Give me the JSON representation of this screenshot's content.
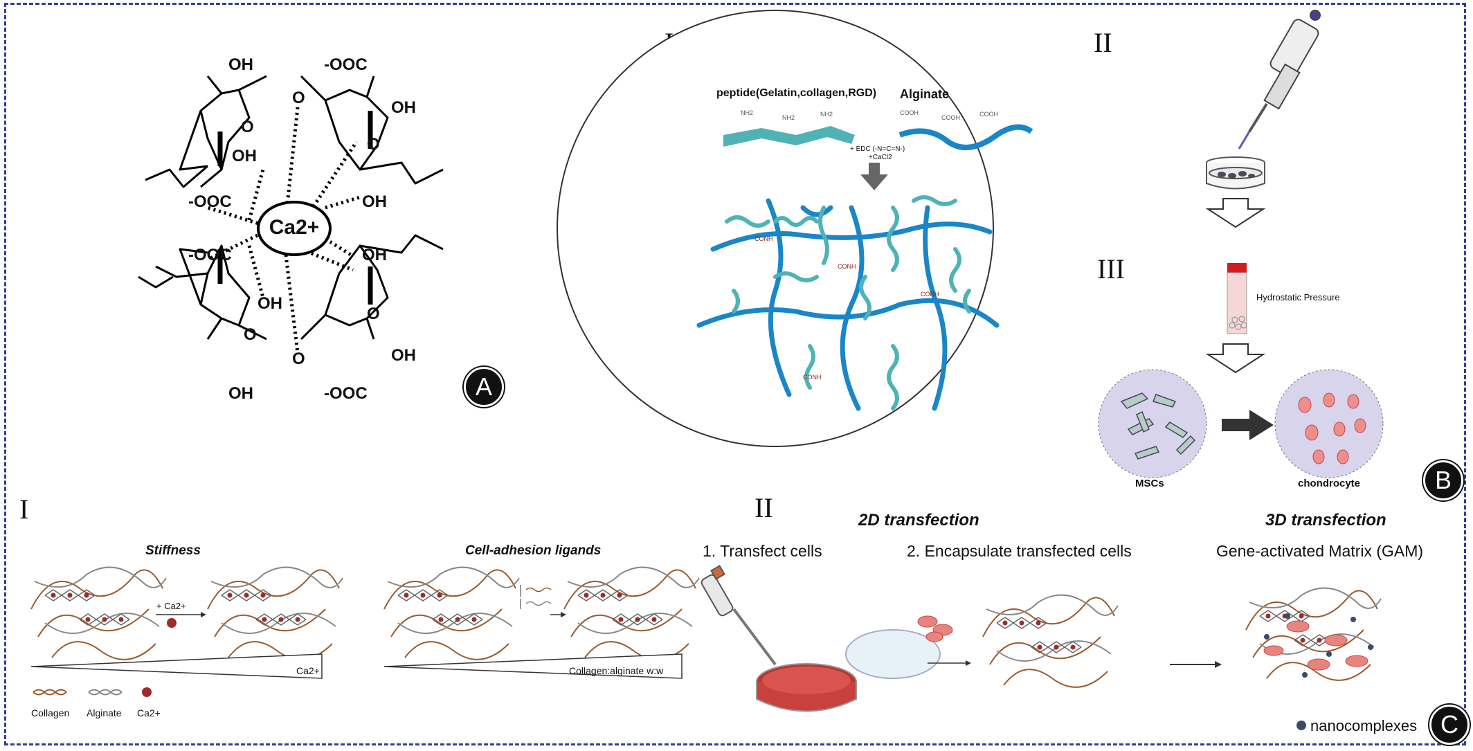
{
  "panel_a": {
    "badge": "A",
    "labels": {
      "oh": "OH",
      "ooc": "-OOC",
      "o": "O",
      "ca": "Ca2+"
    }
  },
  "panel_b": {
    "badge": "B",
    "section_i": "I",
    "section_ii": "II",
    "section_iii": "III",
    "peptide_label": "peptide(Gelatin,collagen,RGD)",
    "alginate_label": "Alginate",
    "edc_label": "+ EDC (-N=C=N-)",
    "cacl_label": "+CaCl2",
    "hydrostatic_label": "Hydrostatic Pressure",
    "mscs_label": "MSCs",
    "chondrocyte_label": "chondrocyte",
    "groups": {
      "nh2": "NH2",
      "cooh": "COOH",
      "conh": "CONH"
    }
  },
  "panel_c": {
    "badge": "C",
    "section_i": "I",
    "section_ii": "II",
    "stiffness_title": "Stiffness",
    "adhesion_title": "Cell-adhesion ligands",
    "plus_ca": "+ Ca2+",
    "ca_wedge": "Ca2+",
    "ratio_wedge": "Collagen:alginate w:w",
    "legend": {
      "collagen": "Collagen",
      "alginate": "Alginate",
      "ca": "Ca2+"
    },
    "transfection_2d": "2D transfection",
    "transfection_3d": "3D transfection",
    "step1": "1. Transfect cells",
    "step2": "2. Encapsulate transfected cells",
    "gam": "Gene-activated Matrix (GAM)",
    "nanocomplexes": "nanocomplexes"
  },
  "colors": {
    "frame": "#2f3f8f",
    "alginate_blue": "#1a86c8",
    "peptide_teal": "#4fb3b6",
    "collagen_brown": "#9a5a2a",
    "calcium_red": "#9e2a2a",
    "cell_pink": "#e8847e",
    "msc_circle": "#d7d4ec",
    "nanocomplex": "#3a4a6a"
  }
}
